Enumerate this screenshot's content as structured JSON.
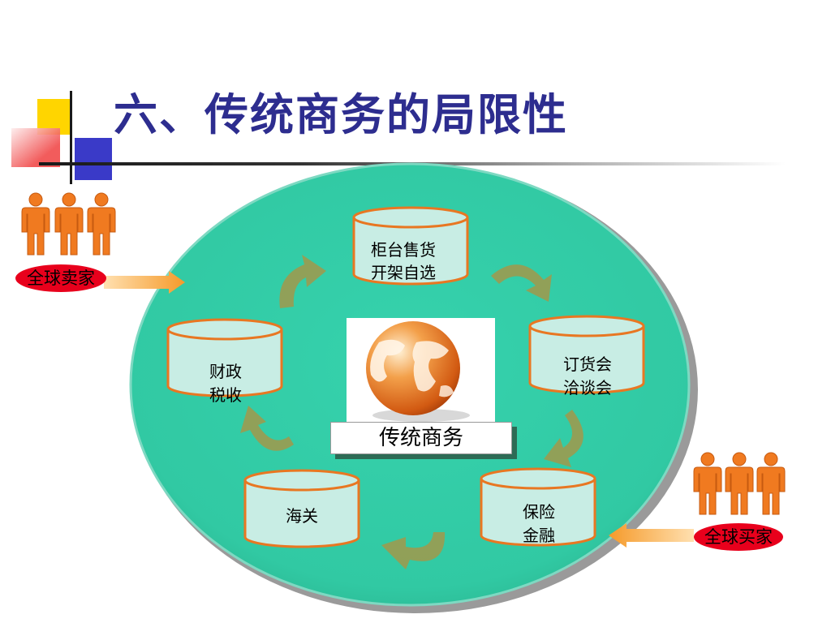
{
  "slide": {
    "title": "六、传统商务的局限性"
  },
  "center": {
    "label": "传统商务"
  },
  "nodes": [
    {
      "id": "counter",
      "lines": [
        "柜台售货",
        "开架自选"
      ]
    },
    {
      "id": "fair",
      "lines": [
        "订货会",
        "洽谈会"
      ]
    },
    {
      "id": "finance",
      "lines": [
        "保险",
        "金融"
      ]
    },
    {
      "id": "customs",
      "lines": [
        "海关"
      ]
    },
    {
      "id": "tax",
      "lines": [
        "财政",
        "税收"
      ]
    }
  ],
  "actors": {
    "sellers": {
      "label": "全球卖家"
    },
    "buyers": {
      "label": "全球买家"
    }
  },
  "colors": {
    "title": "#2d2d8f",
    "circle_fill": "#33cca6",
    "cylinder_fill": "#c8ede4",
    "cylinder_stroke": "#e87722",
    "people": "#f07a20",
    "label_bg": "#e8001c",
    "cycle_arrow": "#9b9b50"
  },
  "icons": [
    "people-icon",
    "globe-icon",
    "cycle-arrow-icon",
    "right-arrow-icon",
    "left-arrow-icon"
  ]
}
